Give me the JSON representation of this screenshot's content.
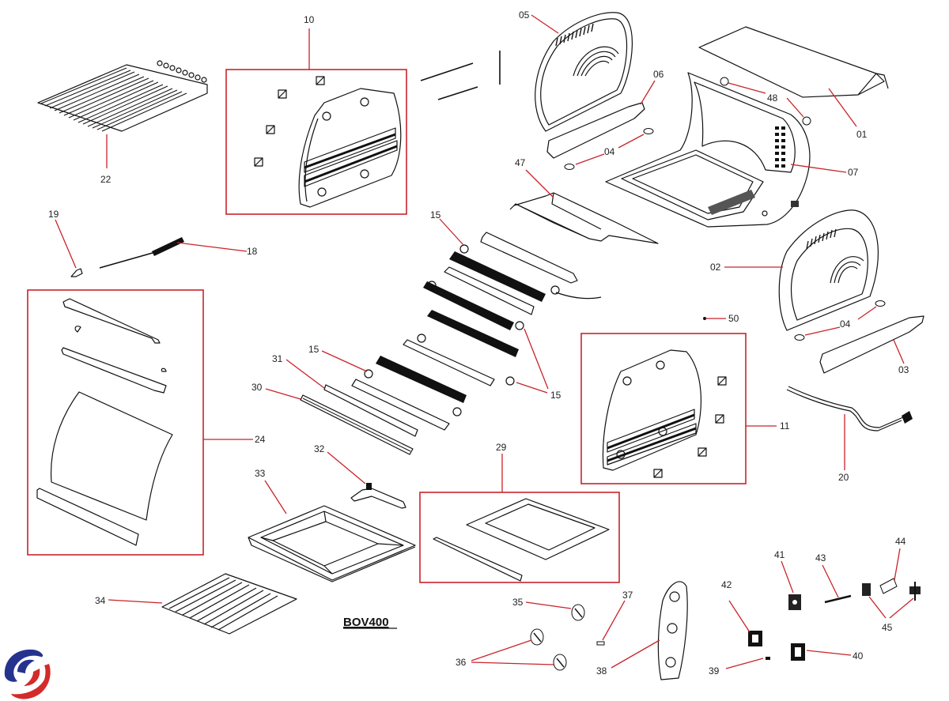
{
  "diagram": {
    "title": "BOV400",
    "type": "exploded-parts-diagram",
    "subject": "toaster oven",
    "colors": {
      "leader": "#c8242b",
      "line": "#111111",
      "logo_blue": "#25338f",
      "logo_red": "#d42a2a"
    },
    "logo": "brand-logo-swirl",
    "labels": {
      "p01": "01",
      "p02": "02",
      "p03": "03",
      "p04a": "04",
      "p04b": "04",
      "p05": "05",
      "p06": "06",
      "p07": "07",
      "p10": "10",
      "p11": "11",
      "p15a": "15",
      "p15b": "15",
      "p15c": "15",
      "p18": "18",
      "p19": "19",
      "p20": "20",
      "p22": "22",
      "p24": "24",
      "p29": "29",
      "p30": "30",
      "p31": "31",
      "p32": "32",
      "p33": "33",
      "p34": "34",
      "p35": "35",
      "p36": "36",
      "p37": "37",
      "p38": "38",
      "p39": "39",
      "p40": "40",
      "p41": "41",
      "p42": "42",
      "p43": "43",
      "p44": "44",
      "p45": "45",
      "p47": "47",
      "p48": "48",
      "p50": "50"
    },
    "parts": [
      {
        "id": "01",
        "name": "top-cover"
      },
      {
        "id": "02",
        "name": "right-side-panel"
      },
      {
        "id": "03",
        "name": "right-foot-rail"
      },
      {
        "id": "04",
        "name": "rubber-feet"
      },
      {
        "id": "05",
        "name": "left-side-panel"
      },
      {
        "id": "06",
        "name": "left-foot-rail"
      },
      {
        "id": "07",
        "name": "oven-body"
      },
      {
        "id": "10",
        "name": "left-inner-wall-assembly"
      },
      {
        "id": "11",
        "name": "right-inner-wall-assembly"
      },
      {
        "id": "15",
        "name": "heating-elements"
      },
      {
        "id": "18",
        "name": "spring-rod"
      },
      {
        "id": "19",
        "name": "clip"
      },
      {
        "id": "20",
        "name": "power-cord"
      },
      {
        "id": "22",
        "name": "wire-rack"
      },
      {
        "id": "24",
        "name": "door-assembly"
      },
      {
        "id": "29",
        "name": "bottom-tray-assembly"
      },
      {
        "id": "30",
        "name": "rail"
      },
      {
        "id": "31",
        "name": "rail"
      },
      {
        "id": "32",
        "name": "tray-handle"
      },
      {
        "id": "33",
        "name": "baking-pan"
      },
      {
        "id": "34",
        "name": "grill-rack"
      },
      {
        "id": "35",
        "name": "knob"
      },
      {
        "id": "36",
        "name": "knobs"
      },
      {
        "id": "37",
        "name": "indicator-lens"
      },
      {
        "id": "38",
        "name": "control-panel"
      },
      {
        "id": "39",
        "name": "screw"
      },
      {
        "id": "40",
        "name": "switch"
      },
      {
        "id": "41",
        "name": "timer"
      },
      {
        "id": "42",
        "name": "thermostat"
      },
      {
        "id": "43",
        "name": "shaft"
      },
      {
        "id": "44",
        "name": "bracket"
      },
      {
        "id": "45",
        "name": "micro-switches"
      },
      {
        "id": "47",
        "name": "reflector"
      },
      {
        "id": "48",
        "name": "bushings"
      },
      {
        "id": "50",
        "name": "screw"
      }
    ]
  }
}
